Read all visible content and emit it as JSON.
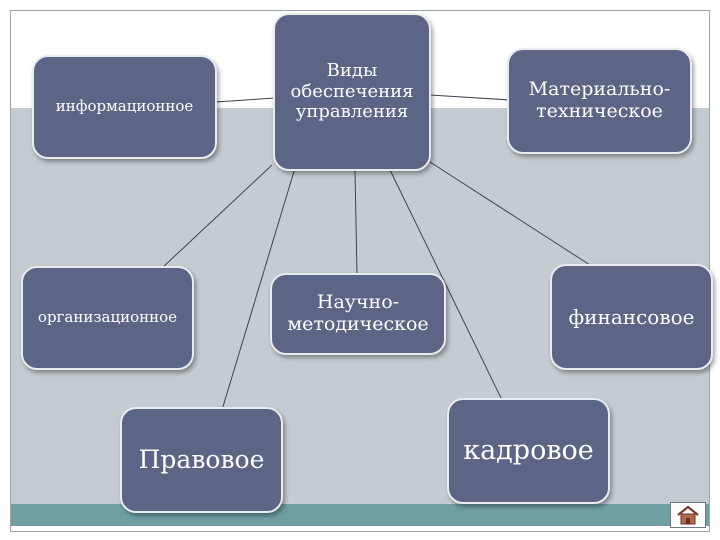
{
  "nodes": {
    "center": "Виды обеспечения управления",
    "informational": "информационное",
    "material": "Материально-техническое",
    "organizational": "организационное",
    "scientific": "Научно-методическое",
    "financial": "финансовое",
    "legal": "Правовое",
    "personnel": "кадровое"
  },
  "colors": {
    "node_fill": "#5c6585",
    "node_text": "#ffffff",
    "band": "#c4ccd1",
    "bottom_bar": "#6f9ea3"
  },
  "icons": [
    "home-icon"
  ]
}
